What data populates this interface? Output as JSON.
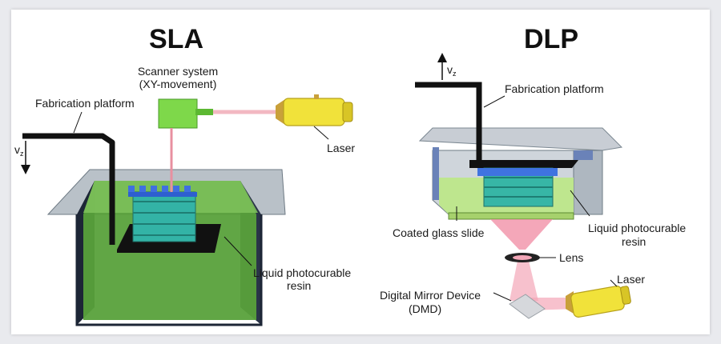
{
  "sla": {
    "title": "SLA",
    "scanner_line1": "Scanner system",
    "scanner_line2": "(XY-movement)",
    "platform": "Fabrication platform",
    "laser": "Laser",
    "resin_line1": "Liquid photocurable",
    "resin_line2": "resin",
    "vz_v": "v",
    "vz_z": "z"
  },
  "dlp": {
    "title": "DLP",
    "platform": "Fabrication platform",
    "glass": "Coated glass slide",
    "resin_line1": "Liquid photocurable",
    "resin_line2": "resin",
    "lens": "Lens",
    "dmd_line1": "Digital Mirror Device",
    "dmd_line2": "(DMD)",
    "laser": "Laser",
    "vz_v": "v",
    "vz_z": "z"
  }
}
